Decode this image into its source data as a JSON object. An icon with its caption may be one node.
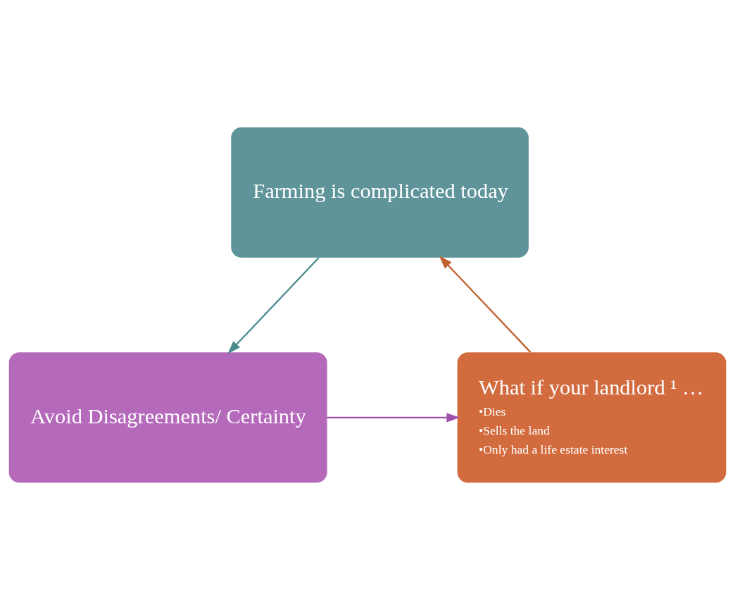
{
  "diagram": {
    "nodes": [
      {
        "text": [
          "Farming is complicated today"
        ]
      },
      {
        "text": [
          "Avoid Disagreements/ Certainty"
        ]
      },
      {
        "text": [
          "What if your landlord ¹ …",
          "•Dies",
          "•Sells the land",
          "•Only had a life estate interest"
        ]
      }
    ],
    "edges": [
      {
        "from": 0,
        "to": 1,
        "arrow": "to",
        "color": "#4a8a8e"
      },
      {
        "from": 1,
        "to": 2,
        "arrow": "to",
        "color": "#a150ab"
      },
      {
        "from": 2,
        "to": 0,
        "arrow": "to",
        "color": "#c0612e"
      }
    ]
  }
}
